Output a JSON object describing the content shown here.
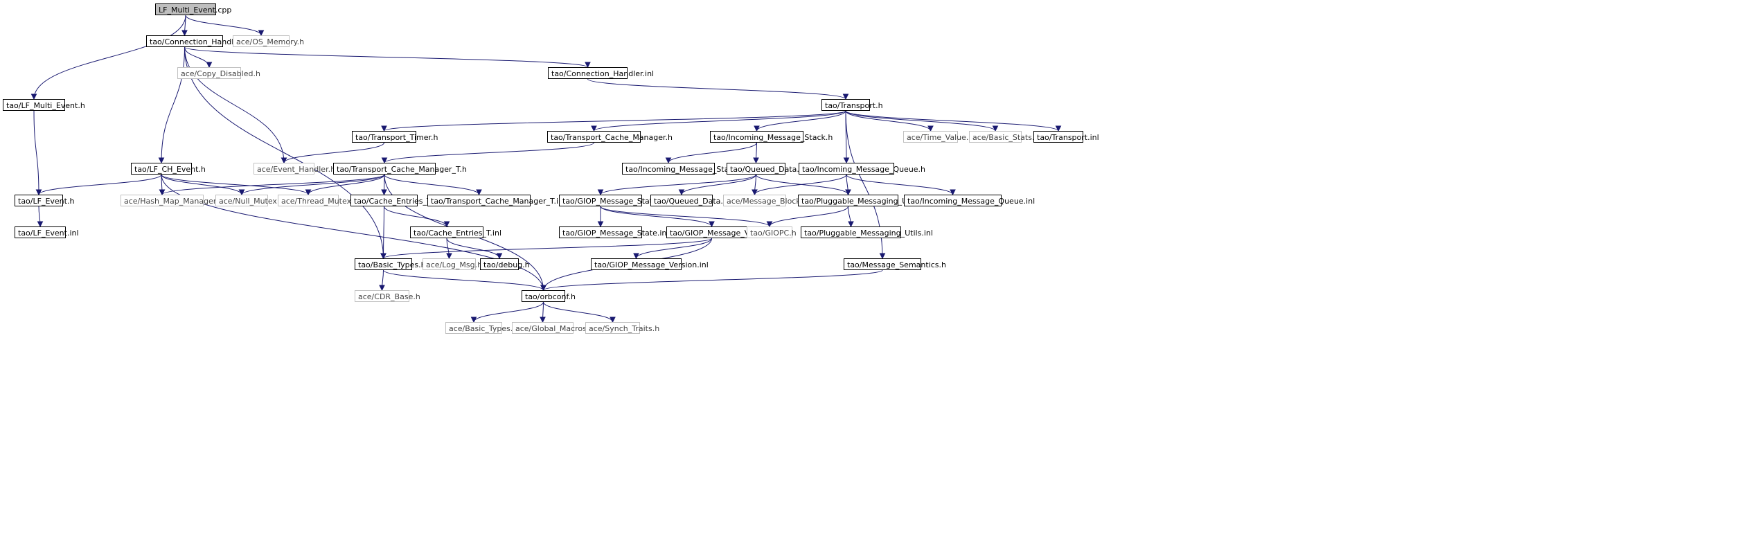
{
  "graph": {
    "root": "LF_Multi_Event.cpp",
    "nodes": {
      "root": {
        "label": "LF_Multi_Event.cpp",
        "kind": "root"
      },
      "conn_h": {
        "label": "tao/Connection_Handler.h",
        "kind": "doc"
      },
      "os_mem": {
        "label": "ace/OS_Memory.h",
        "kind": "ext"
      },
      "copy_dis": {
        "label": "ace/Copy_Disabled.h",
        "kind": "ext"
      },
      "conn_inl": {
        "label": "tao/Connection_Handler.inl",
        "kind": "doc"
      },
      "lfme_h": {
        "label": "tao/LF_Multi_Event.h",
        "kind": "doc"
      },
      "transport_h": {
        "label": "tao/Transport.h",
        "kind": "doc"
      },
      "tt_h": {
        "label": "tao/Transport_Timer.h",
        "kind": "doc"
      },
      "tcm_h": {
        "label": "tao/Transport_Cache_Manager.h",
        "kind": "doc"
      },
      "ims_h": {
        "label": "tao/Incoming_Message_Stack.h",
        "kind": "doc"
      },
      "time_val": {
        "label": "ace/Time_Value.h",
        "kind": "ext"
      },
      "basic_stats": {
        "label": "ace/Basic_Stats.h",
        "kind": "ext"
      },
      "transport_inl": {
        "label": "tao/Transport.inl",
        "kind": "doc"
      },
      "lfch_h": {
        "label": "tao/LF_CH_Event.h",
        "kind": "doc"
      },
      "event_handler": {
        "label": "ace/Event_Handler.h",
        "kind": "ext"
      },
      "tcmt_h": {
        "label": "tao/Transport_Cache_Manager_T.h",
        "kind": "doc"
      },
      "ims_inl": {
        "label": "tao/Incoming_Message_Stack.inl",
        "kind": "doc"
      },
      "qd_h": {
        "label": "tao/Queued_Data.h",
        "kind": "doc"
      },
      "imq_h": {
        "label": "tao/Incoming_Message_Queue.h",
        "kind": "doc"
      },
      "lfe_h": {
        "label": "tao/LF_Event.h",
        "kind": "doc"
      },
      "hmm": {
        "label": "ace/Hash_Map_Manager_T.h",
        "kind": "ext"
      },
      "null_mutex": {
        "label": "ace/Null_Mutex.h",
        "kind": "ext"
      },
      "thread_mutex": {
        "label": "ace/Thread_Mutex.h",
        "kind": "ext"
      },
      "cet_h": {
        "label": "tao/Cache_Entries_T.h",
        "kind": "doc"
      },
      "tcmt_inl": {
        "label": "tao/Transport_Cache_Manager_T.inl",
        "kind": "doc"
      },
      "gms_h": {
        "label": "tao/GIOP_Message_State.h",
        "kind": "doc"
      },
      "qd_inl": {
        "label": "tao/Queued_Data.inl",
        "kind": "doc"
      },
      "msg_block": {
        "label": "ace/Message_Block.h",
        "kind": "ext"
      },
      "pmu_h": {
        "label": "tao/Pluggable_Messaging_Utils.h",
        "kind": "doc"
      },
      "imq_inl": {
        "label": "tao/Incoming_Message_Queue.inl",
        "kind": "doc"
      },
      "lfe_inl": {
        "label": "tao/LF_Event.inl",
        "kind": "doc"
      },
      "cet_inl": {
        "label": "tao/Cache_Entries_T.inl",
        "kind": "doc"
      },
      "gms_inl": {
        "label": "tao/GIOP_Message_State.inl",
        "kind": "doc"
      },
      "gmv_h": {
        "label": "tao/GIOP_Message_Version.h",
        "kind": "doc"
      },
      "giopc": {
        "label": "tao/GIOPC.h",
        "kind": "ext"
      },
      "pmu_inl": {
        "label": "tao/Pluggable_Messaging_Utils.inl",
        "kind": "doc"
      },
      "basic_types_tao": {
        "label": "tao/Basic_Types.h",
        "kind": "doc"
      },
      "log_msg": {
        "label": "ace/Log_Msg.h",
        "kind": "ext"
      },
      "debug_h": {
        "label": "tao/debug.h",
        "kind": "doc"
      },
      "gmv_inl": {
        "label": "tao/GIOP_Message_Version.inl",
        "kind": "doc"
      },
      "msg_sem": {
        "label": "tao/Message_Semantics.h",
        "kind": "doc"
      },
      "cdr_base": {
        "label": "ace/CDR_Base.h",
        "kind": "ext"
      },
      "orbconf": {
        "label": "tao/orbconf.h",
        "kind": "doc"
      },
      "ace_basic_types": {
        "label": "ace/Basic_Types.h",
        "kind": "ext"
      },
      "global_macros": {
        "label": "ace/Global_Macros.h",
        "kind": "ext"
      },
      "synch_traits": {
        "label": "ace/Synch_Traits.h",
        "kind": "ext"
      }
    },
    "edges": [
      [
        "root",
        "conn_h"
      ],
      [
        "root",
        "os_mem"
      ],
      [
        "root",
        "lfme_h"
      ],
      [
        "conn_h",
        "copy_dis"
      ],
      [
        "conn_h",
        "conn_inl"
      ],
      [
        "conn_h",
        "lfch_h"
      ],
      [
        "conn_h",
        "event_handler"
      ],
      [
        "conn_h",
        "basic_types_tao"
      ],
      [
        "conn_inl",
        "transport_h"
      ],
      [
        "lfme_h",
        "lfe_h"
      ],
      [
        "transport_h",
        "tt_h"
      ],
      [
        "transport_h",
        "tcm_h"
      ],
      [
        "transport_h",
        "ims_h"
      ],
      [
        "transport_h",
        "imq_h"
      ],
      [
        "transport_h",
        "time_val"
      ],
      [
        "transport_h",
        "basic_stats"
      ],
      [
        "transport_h",
        "transport_inl"
      ],
      [
        "transport_h",
        "msg_sem"
      ],
      [
        "tt_h",
        "event_handler"
      ],
      [
        "tcm_h",
        "tcmt_h"
      ],
      [
        "ims_h",
        "ims_inl"
      ],
      [
        "ims_h",
        "qd_h"
      ],
      [
        "lfch_h",
        "lfe_h"
      ],
      [
        "lfch_h",
        "hmm"
      ],
      [
        "lfch_h",
        "null_mutex"
      ],
      [
        "lfch_h",
        "thread_mutex"
      ],
      [
        "lfch_h",
        "orbconf"
      ],
      [
        "tcmt_h",
        "hmm"
      ],
      [
        "tcmt_h",
        "null_mutex"
      ],
      [
        "tcmt_h",
        "thread_mutex"
      ],
      [
        "tcmt_h",
        "cet_h"
      ],
      [
        "tcmt_h",
        "tcmt_inl"
      ],
      [
        "tcmt_h",
        "orbconf"
      ],
      [
        "qd_h",
        "gms_h"
      ],
      [
        "qd_h",
        "qd_inl"
      ],
      [
        "qd_h",
        "msg_block"
      ],
      [
        "qd_h",
        "pmu_h"
      ],
      [
        "imq_h",
        "msg_block"
      ],
      [
        "imq_h",
        "pmu_h"
      ],
      [
        "imq_h",
        "imq_inl"
      ],
      [
        "lfe_h",
        "lfe_inl"
      ],
      [
        "cet_h",
        "cet_inl"
      ],
      [
        "cet_h",
        "basic_types_tao"
      ],
      [
        "cet_inl",
        "log_msg"
      ],
      [
        "cet_inl",
        "debug_h"
      ],
      [
        "gms_h",
        "gms_inl"
      ],
      [
        "gms_h",
        "gmv_h"
      ],
      [
        "gms_h",
        "giopc"
      ],
      [
        "pmu_h",
        "giopc"
      ],
      [
        "pmu_h",
        "pmu_inl"
      ],
      [
        "gmv_h",
        "basic_types_tao"
      ],
      [
        "gmv_h",
        "gmv_inl"
      ],
      [
        "gmv_h",
        "orbconf"
      ],
      [
        "basic_types_tao",
        "cdr_base"
      ],
      [
        "basic_types_tao",
        "orbconf"
      ],
      [
        "msg_sem",
        "orbconf"
      ],
      [
        "orbconf",
        "ace_basic_types"
      ],
      [
        "orbconf",
        "global_macros"
      ],
      [
        "orbconf",
        "synch_traits"
      ]
    ]
  }
}
